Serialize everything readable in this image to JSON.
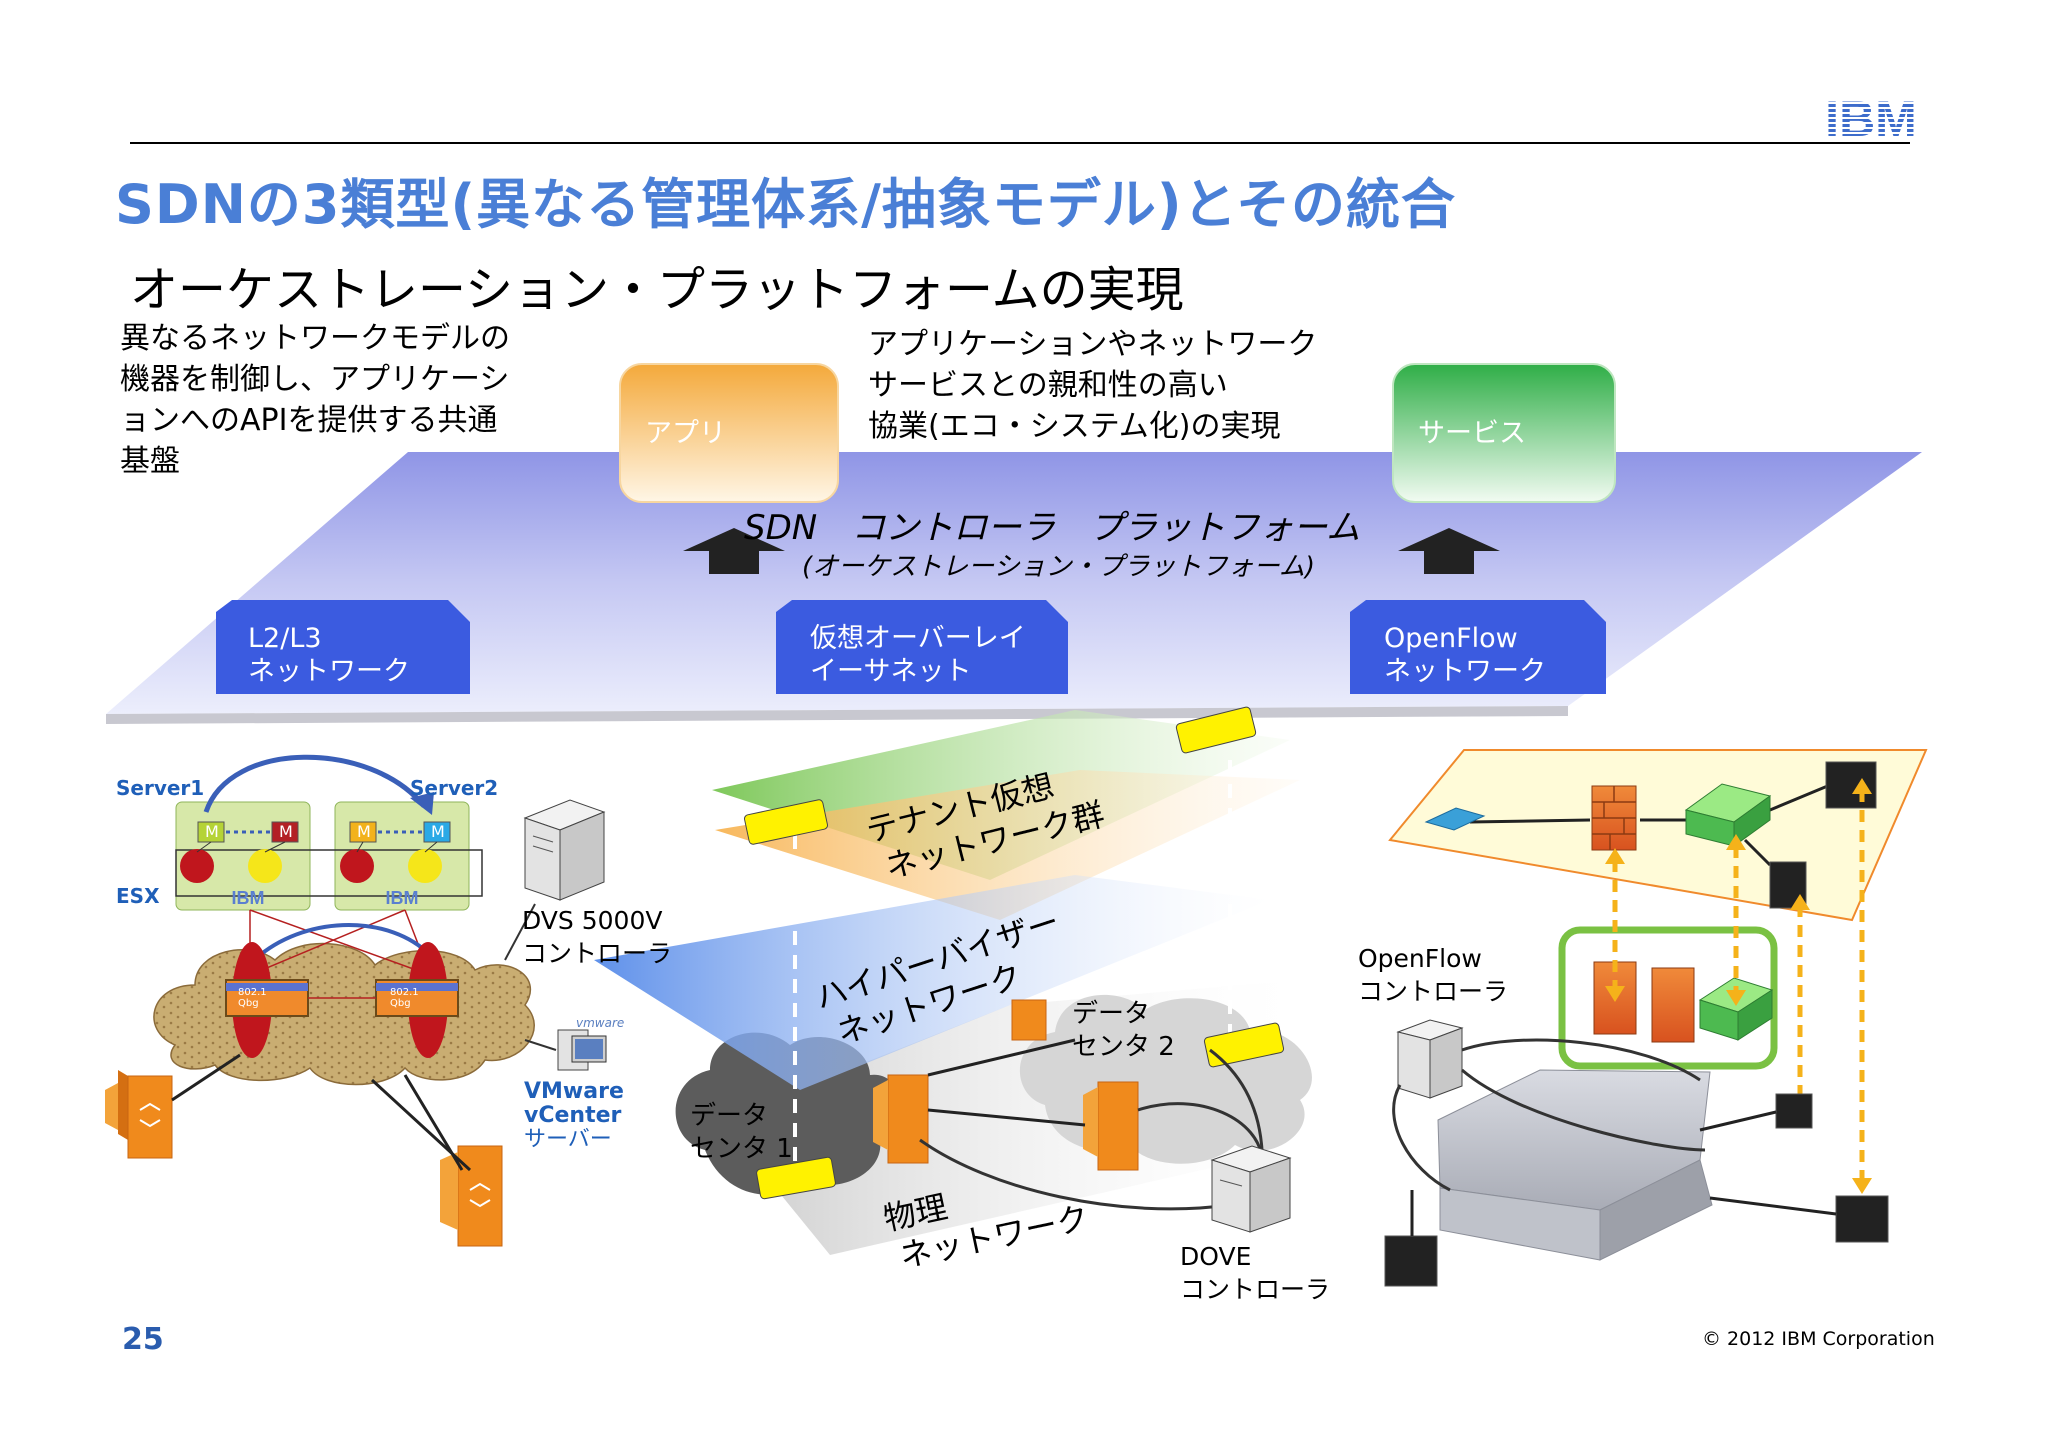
{
  "header": {
    "logo_text": "IBM",
    "title": "SDNの3類型(異なる管理体系/抽象モデル)とその統合",
    "subtitle": "オーケストレーション・プラットフォームの実現"
  },
  "left_description": [
    "異なるネットワークモデルの",
    "機器を制御し、アプリケーシ",
    "ョンへのAPIを提供する共通",
    "基盤"
  ],
  "center_description": [
    "アプリケーションやネットワーク",
    "サービスとの親和性の高い",
    "協業(エコ・システム化)の実現"
  ],
  "platform": {
    "app_box": "アプリ",
    "service_box": "サービス",
    "label_main": "SDN　コントローラ　プラットフォーム",
    "label_sub": "(オーケストレーション・プラットフォーム)",
    "tabs": [
      {
        "line1": "L2/L3",
        "line2": "ネットワーク"
      },
      {
        "line1": "仮想オーバーレイ",
        "line2": "イーサネット"
      },
      {
        "line1": "OpenFlow",
        "line2": "ネットワーク"
      }
    ]
  },
  "left_diagram": {
    "server1": "Server1",
    "server2": "Server2",
    "esx": "ESX",
    "m_labels": [
      "M",
      "M",
      "M",
      "M"
    ],
    "switch_label": "802.1 Qbg",
    "switch_label_line1": "802.1",
    "switch_label_line2": "Qbg",
    "dvs_label": [
      "DVS 5000V",
      "コントローラ"
    ],
    "vmware_logo": "vmware",
    "vmware_label": [
      "VMware",
      "vCenter",
      "サーバー"
    ]
  },
  "center_diagram": {
    "tenant_label": [
      "テナント仮想",
      "ネットワーク群"
    ],
    "hypervisor_label": [
      "ハイパーバイザー",
      "ネットワーク"
    ],
    "dc1_label": [
      "データ",
      "センタ 1"
    ],
    "dc2_label": [
      "データ",
      "センタ 2"
    ],
    "physical_label": [
      "物理",
      "ネットワーク"
    ],
    "dove_label": [
      "DOVE",
      "コントローラ"
    ]
  },
  "right_diagram": {
    "openflow_label": [
      "OpenFlow",
      "コントローラ"
    ]
  },
  "footer": {
    "page_number": "25",
    "copyright": "© 2012 IBM Corporation"
  },
  "colors": {
    "title_blue": "#4a7fd6",
    "tab_blue": "#3b5be0",
    "platform_lavender": "#c9ccf5",
    "app_orange": "#f6b352",
    "service_green": "#38b54a",
    "highlight_green": "#7ac143",
    "dashed_yellow": "#f5b21a"
  }
}
